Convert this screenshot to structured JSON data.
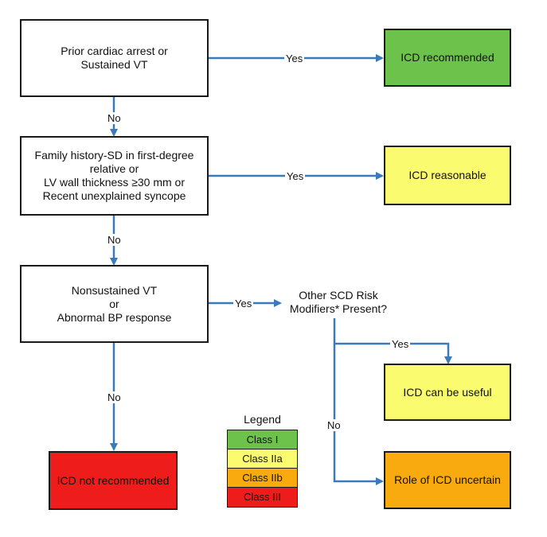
{
  "colors": {
    "arrow": "#3a7ab8",
    "class_i": "#6cc24a",
    "class_iia": "#fbfb6f",
    "class_iib": "#f8aa0f",
    "class_iii": "#ef1c1c"
  },
  "nodes": {
    "prior_arrest": [
      "Prior cardiac arrest or",
      "Sustained VT"
    ],
    "family_history": [
      "Family history-SD in first-degree",
      "relative or",
      "LV wall thickness ≥30 mm or",
      "Recent unexplained syncope"
    ],
    "nsvt": [
      "Nonsustained VT",
      "or",
      "Abnormal BP response"
    ],
    "other_modifiers": [
      "Other SCD Risk",
      "Modifiers* Present?"
    ],
    "icd_recommended": "ICD recommended",
    "icd_reasonable": "ICD reasonable",
    "icd_useful": "ICD can be useful",
    "icd_uncertain": "Role of ICD uncertain",
    "icd_not_recommended": "ICD not recommended"
  },
  "edges": {
    "yes": "Yes",
    "no": "No"
  },
  "legend": {
    "title": "Legend",
    "items": [
      {
        "label": "Class I",
        "color": "#6cc24a"
      },
      {
        "label": "Class IIa",
        "color": "#fbfb6f"
      },
      {
        "label": "Class IIb",
        "color": "#f8aa0f"
      },
      {
        "label": "Class III",
        "color": "#ef1c1c"
      }
    ]
  }
}
